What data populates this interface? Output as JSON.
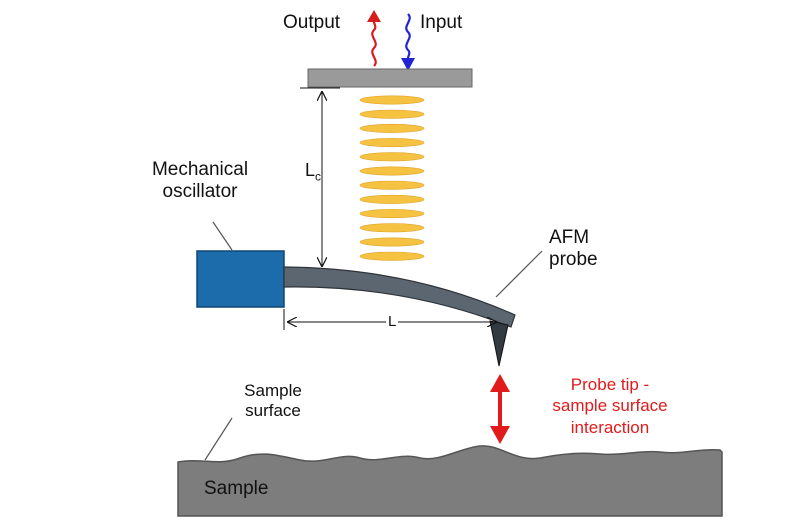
{
  "labels": {
    "output": "Output",
    "input": "Input",
    "oscillator_line1": "Mechanical",
    "oscillator_line2": "oscillator",
    "cavity_length_main": "L",
    "cavity_length_sub": "c",
    "probe_length": "L",
    "afm_line1": "AFM",
    "afm_line2": "probe",
    "interaction_line1": "Probe tip -",
    "interaction_line2": "sample surface",
    "interaction_line3": "interaction",
    "surface_line1": "Sample",
    "surface_line2": "surface",
    "sample": "Sample"
  },
  "colors": {
    "output_arrow": "#d81c1c",
    "input_arrow": "#2323d6",
    "mirror": "#9a9a9a",
    "resonator": "#f5c242",
    "oscillator": "#1c6cab",
    "probe": "#5c6670",
    "tip": "#333b42",
    "interaction_text": "#e11b1b",
    "sample": "#7d7d7d"
  },
  "icons": {
    "output": "wavy-up-arrow",
    "input": "wavy-down-arrow",
    "interaction": "double-headed-arrow"
  }
}
